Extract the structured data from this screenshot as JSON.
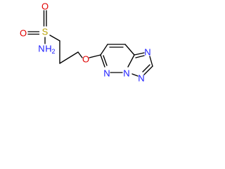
{
  "molecule": {
    "atoms": {
      "sulfur": "S",
      "oxygen_sulfonyl_top": "O",
      "oxygen_sulfonyl_bottom": "O",
      "amine_nitrogen": "N",
      "amine_hydrogen": "H",
      "amine_hydrogen_count": "2",
      "ether_oxygen": "O",
      "ring_nitrogen_pyridazine": "N",
      "ring_nitrogen_bridge": "N",
      "ring_nitrogen_triazole_top": "N",
      "ring_nitrogen_triazole_bottom": "N"
    }
  },
  "colors": {
    "bond": "#000000",
    "carbon": "#000000",
    "sulfur": "#b8a000",
    "oxygen": "#e00000",
    "nitrogen": "#1a1aff"
  }
}
